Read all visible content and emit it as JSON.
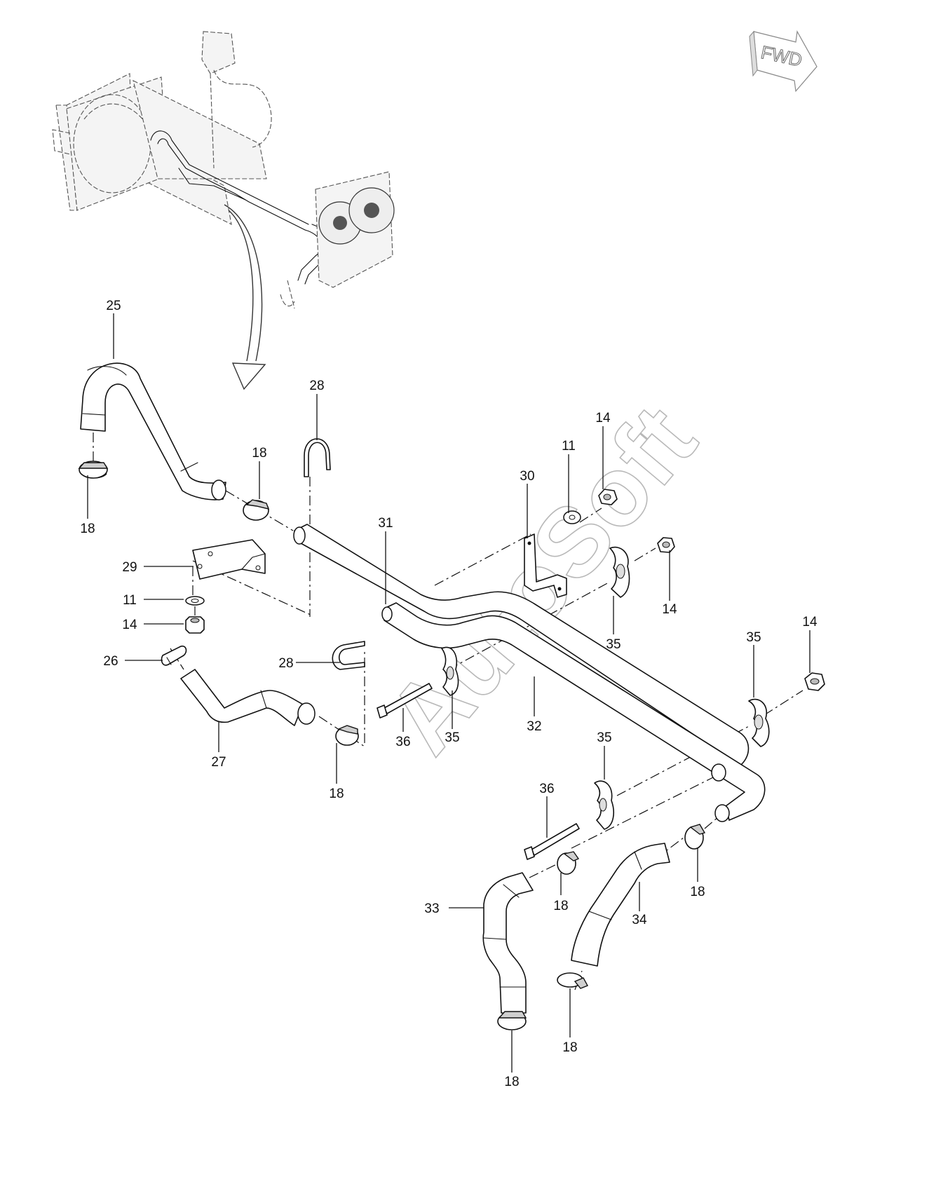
{
  "fwd_badge": {
    "text": "FWD"
  },
  "watermark": {
    "text": "AutoSoft"
  },
  "parts": {
    "p25": "25",
    "p18a": "18",
    "p18b": "18",
    "p28a": "28",
    "p29": "29",
    "p11a": "11",
    "p14a": "14",
    "p26": "26",
    "p28b": "28",
    "p27": "27",
    "p18c": "18",
    "p36a": "36",
    "p35a": "35",
    "p31": "31",
    "p30": "30",
    "p11b": "11",
    "p14b": "14",
    "p14c": "14",
    "p35b": "35",
    "p32": "32",
    "p35c": "35",
    "p14d": "14",
    "p35d": "35",
    "p36b": "36",
    "p18d": "18",
    "p18e": "18",
    "p33": "33",
    "p34": "34",
    "p18f": "18",
    "p18g": "18"
  },
  "icons": [
    "fwd-arrow-icon",
    "direction-arrow-icon"
  ]
}
